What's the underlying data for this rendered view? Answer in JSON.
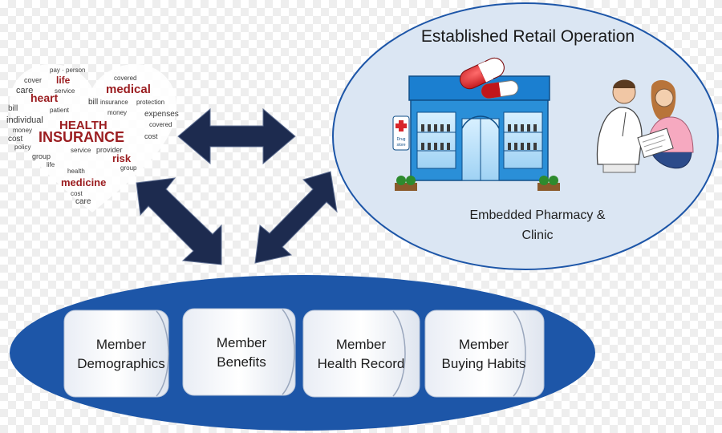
{
  "retail": {
    "title": "Established Retail Operation",
    "subtitle_line1": "Embedded Pharmacy &",
    "subtitle_line2": "Clinic",
    "store_sign": "Drug store"
  },
  "heart_words": {
    "health": "HEALTH",
    "insurance": "INSURANCE",
    "medicine": "medicine",
    "medical": "medical",
    "heart": "heart",
    "life": "life",
    "care": "care",
    "expenses": "expenses",
    "risk": "risk",
    "money": "money",
    "cost": "cost",
    "bill": "bill",
    "individual": "individual",
    "covered": "covered",
    "provider": "provider",
    "service": "service",
    "group": "group",
    "patient": "patient",
    "protection": "protection",
    "policy": "policy"
  },
  "databases": [
    {
      "line1": "Member",
      "line2": "Demographics"
    },
    {
      "line1": "Member",
      "line2": "Benefits"
    },
    {
      "line1": "Member",
      "line2": "Health Record"
    },
    {
      "line1": "Member",
      "line2": "Buying Habits"
    }
  ],
  "colors": {
    "arrow": "#1d2b4f",
    "ellipse_blue": "#1d56a8",
    "retail_fill": "#dbe6f3",
    "heart_red": "#9b1d20",
    "store_blue": "#2a8fd8"
  }
}
